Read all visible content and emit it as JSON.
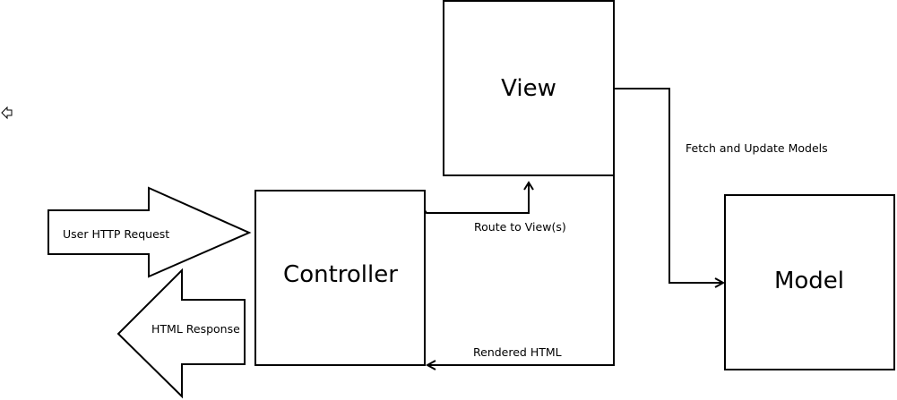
{
  "diagram": {
    "nodes": {
      "view": {
        "label": "View"
      },
      "controller": {
        "label": "Controller"
      },
      "model": {
        "label": "Model"
      }
    },
    "arrows": {
      "request": {
        "label": "User HTTP Request"
      },
      "response": {
        "label": "HTML Response"
      }
    },
    "edges": {
      "route": {
        "label": "Route to View(s)"
      },
      "fetch": {
        "label": "Fetch and Update Models"
      },
      "rendered": {
        "label": "Rendered HTML"
      }
    },
    "icons": {
      "stray": "left-arrow-outline-icon"
    },
    "colors": {
      "stroke": "#000000",
      "fill": "#ffffff"
    }
  }
}
